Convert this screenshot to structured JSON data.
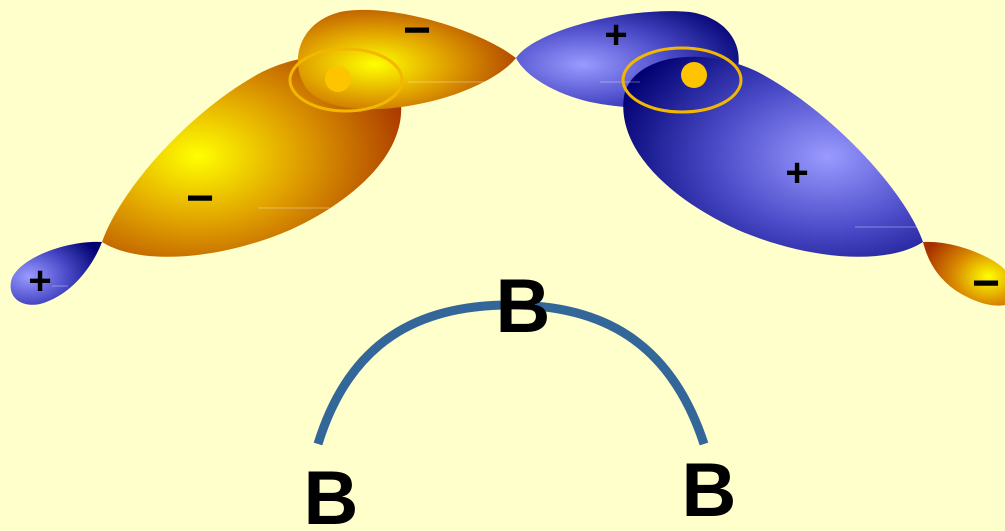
{
  "diagram": {
    "lobe_signs": {
      "left_small": "+",
      "left_large": "−",
      "left_upper": "−",
      "right_upper": "+",
      "right_large": "+",
      "right_small": "−"
    },
    "atoms": {
      "top": "B",
      "bottom_left": "B",
      "bottom_right": "B"
    },
    "colors": {
      "background": "#ffffcc",
      "negative_lobe_center": "#ffff00",
      "negative_lobe_mid": "#d98a00",
      "negative_lobe_edge": "#a63000",
      "positive_lobe_center": "#8a8aff",
      "positive_lobe_mid": "#3a3ab8",
      "positive_lobe_edge": "#000070",
      "overlap_outline": "#f2b800",
      "electron_dot": "#ffc400",
      "bond_arc": "#336699"
    }
  }
}
